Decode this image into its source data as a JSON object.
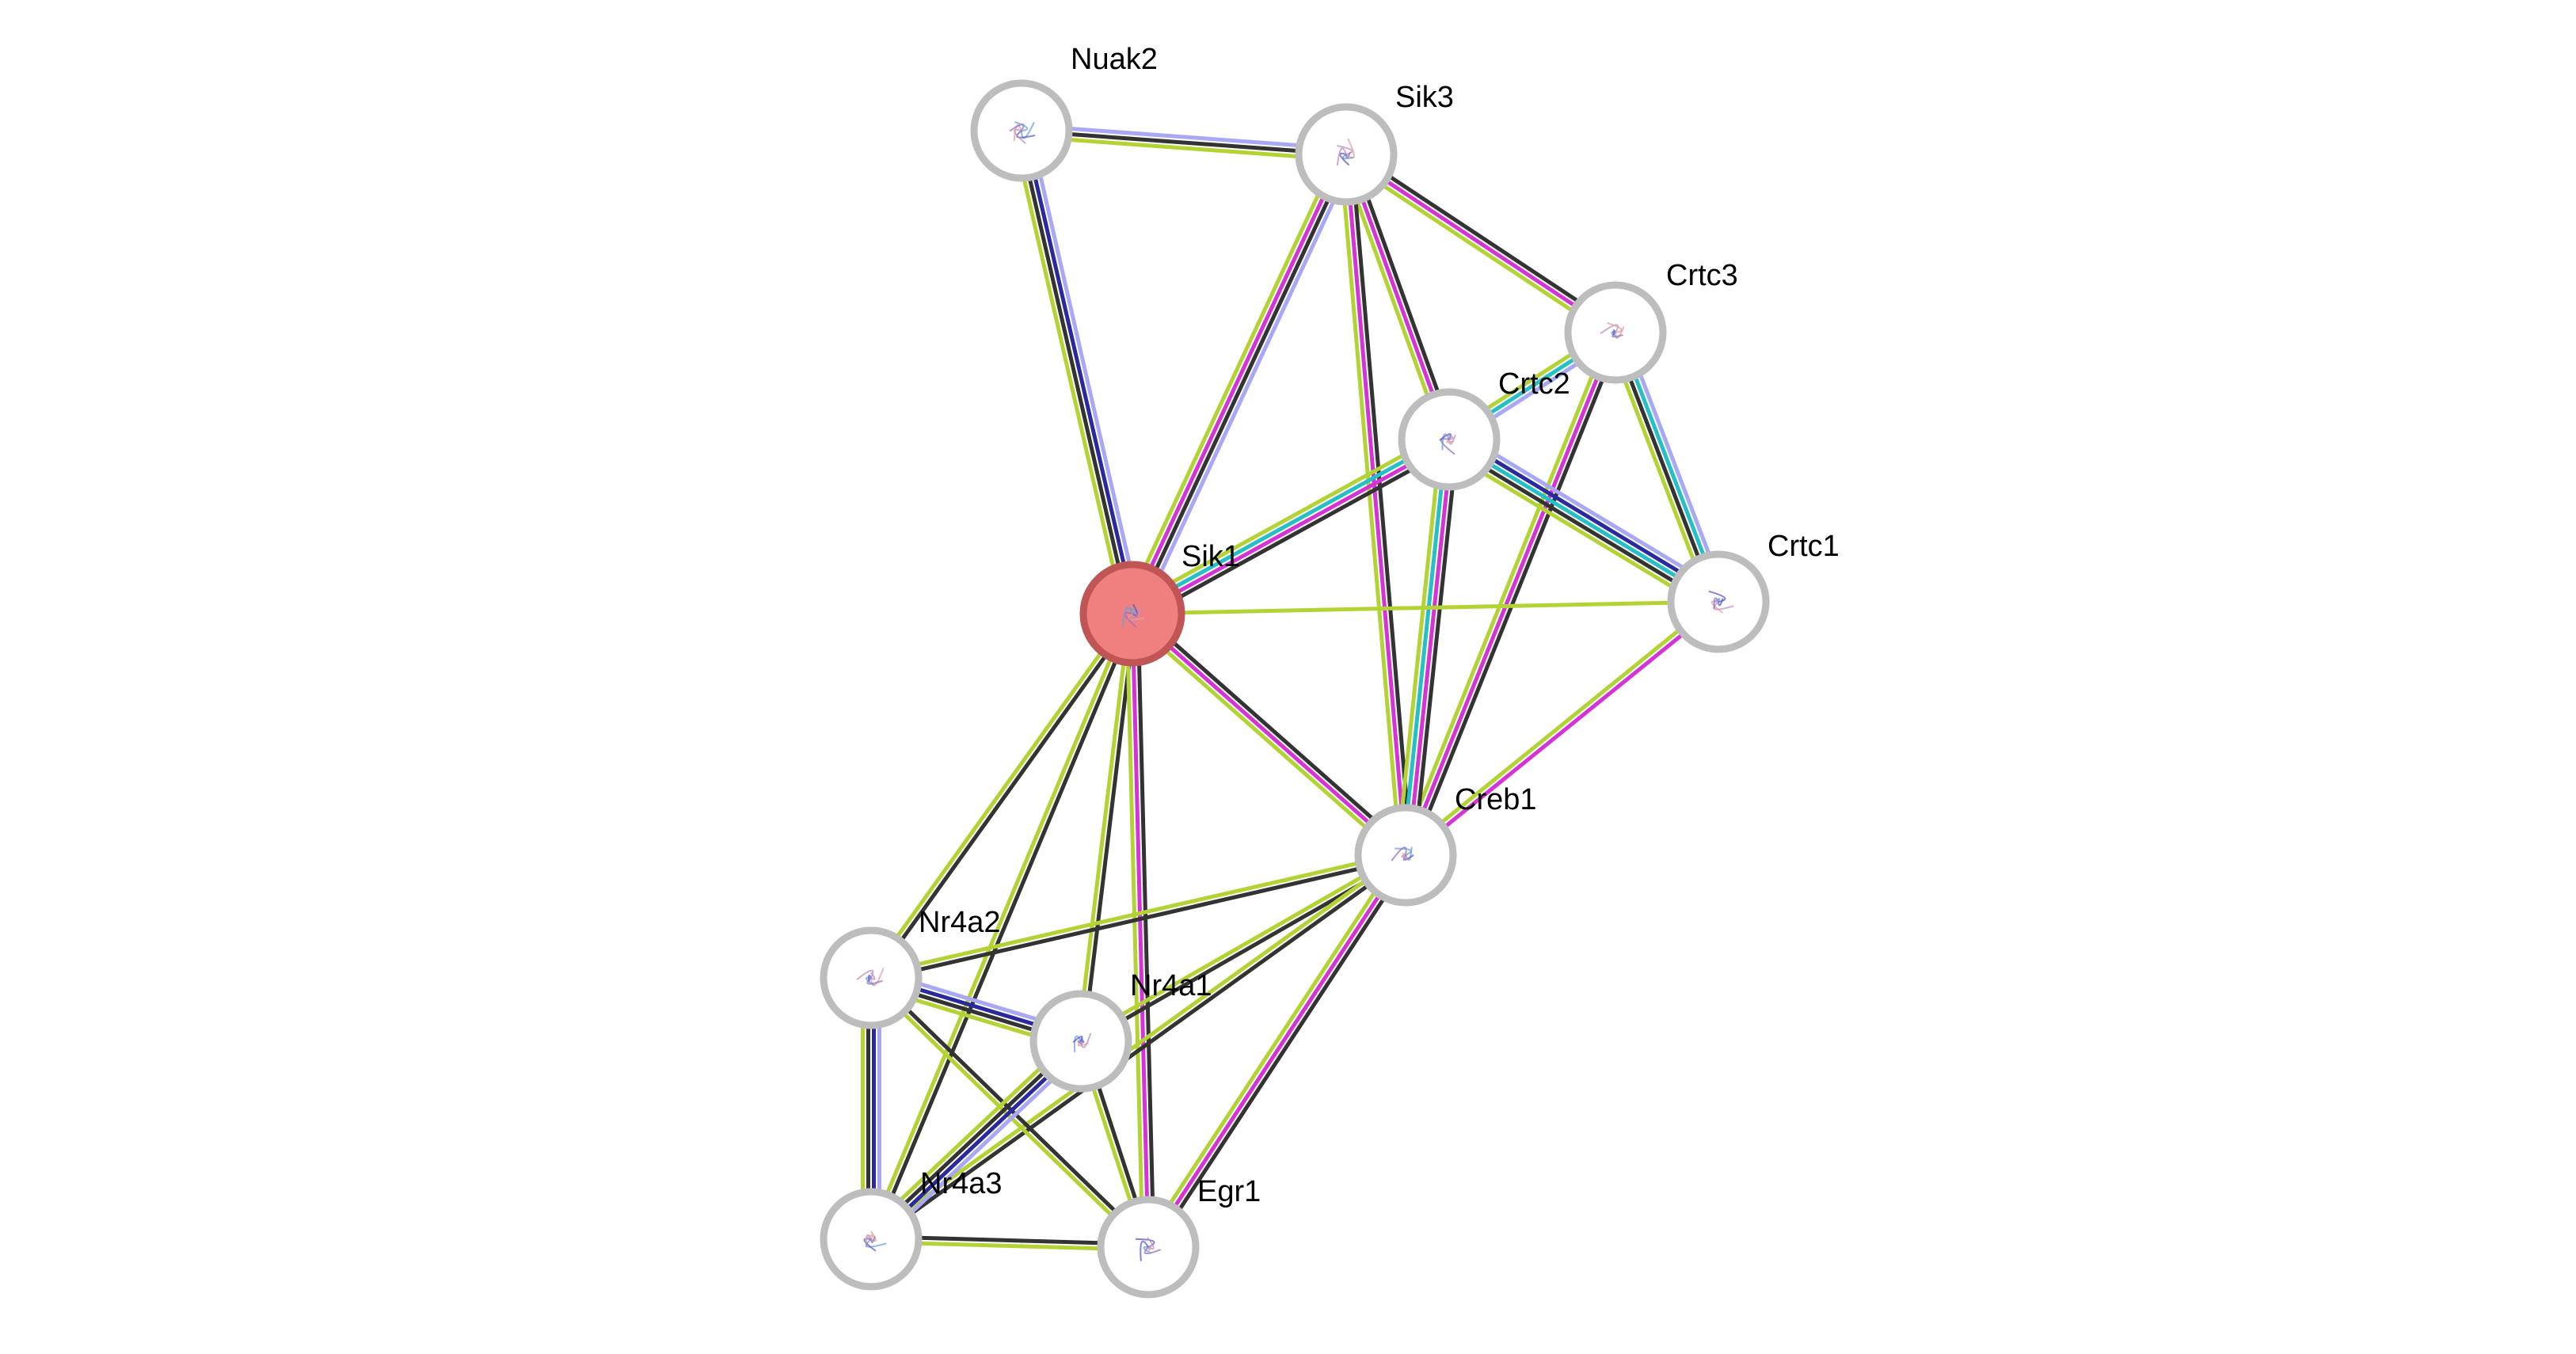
{
  "title": "STRING protein interaction network",
  "query_protein": "Sik1",
  "colors": {
    "textmining": "#b3d335",
    "coexpression": "#333333",
    "database": "#6c7cf0",
    "experiments": "#d633d6",
    "neighborhood": "#2a2a9e",
    "homology": "#a8a8f5",
    "cooccurrence": "#25bfc6",
    "node_ring": "#bdbdbd",
    "query_fill": "#f08080"
  },
  "nodes": [
    {
      "id": "Nuak2",
      "label": "Nuak2",
      "query": false
    },
    {
      "id": "Sik3",
      "label": "Sik3",
      "query": false
    },
    {
      "id": "Crtc3",
      "label": "Crtc3",
      "query": false
    },
    {
      "id": "Crtc2",
      "label": "Crtc2",
      "query": false
    },
    {
      "id": "Crtc1",
      "label": "Crtc1",
      "query": false
    },
    {
      "id": "Sik1",
      "label": "Sik1",
      "query": true
    },
    {
      "id": "Creb1",
      "label": "Creb1",
      "query": false
    },
    {
      "id": "Nr4a2",
      "label": "Nr4a2",
      "query": false
    },
    {
      "id": "Nr4a1",
      "label": "Nr4a1",
      "query": false
    },
    {
      "id": "Nr4a3",
      "label": "Nr4a3",
      "query": false
    },
    {
      "id": "Egr1",
      "label": "Egr1",
      "query": false
    }
  ],
  "edges": [
    {
      "source": "Nuak2",
      "target": "Sik3",
      "types": [
        "homology",
        "coexpression",
        "textmining"
      ]
    },
    {
      "source": "Nuak2",
      "target": "Sik1",
      "types": [
        "homology",
        "neighborhood",
        "coexpression",
        "textmining"
      ]
    },
    {
      "source": "Sik3",
      "target": "Sik1",
      "types": [
        "homology",
        "coexpression",
        "experiments",
        "textmining"
      ]
    },
    {
      "source": "Sik3",
      "target": "Crtc3",
      "types": [
        "coexpression",
        "experiments",
        "textmining"
      ]
    },
    {
      "source": "Sik3",
      "target": "Crtc2",
      "types": [
        "coexpression",
        "experiments",
        "textmining"
      ]
    },
    {
      "source": "Sik3",
      "target": "Creb1",
      "types": [
        "coexpression",
        "experiments",
        "textmining"
      ]
    },
    {
      "source": "Crtc3",
      "target": "Crtc2",
      "types": [
        "homology",
        "cooccurrence",
        "textmining"
      ]
    },
    {
      "source": "Crtc3",
      "target": "Crtc1",
      "types": [
        "homology",
        "cooccurrence",
        "coexpression",
        "textmining"
      ]
    },
    {
      "source": "Crtc3",
      "target": "Creb1",
      "types": [
        "coexpression",
        "experiments",
        "textmining"
      ]
    },
    {
      "source": "Crtc2",
      "target": "Crtc1",
      "types": [
        "homology",
        "neighborhood",
        "cooccurrence",
        "coexpression",
        "textmining"
      ]
    },
    {
      "source": "Crtc2",
      "target": "Sik1",
      "types": [
        "coexpression",
        "experiments",
        "cooccurrence",
        "textmining"
      ]
    },
    {
      "source": "Crtc2",
      "target": "Creb1",
      "types": [
        "coexpression",
        "experiments",
        "cooccurrence",
        "textmining"
      ]
    },
    {
      "source": "Crtc1",
      "target": "Sik1",
      "types": [
        "textmining"
      ]
    },
    {
      "source": "Crtc1",
      "target": "Creb1",
      "types": [
        "experiments",
        "textmining"
      ]
    },
    {
      "source": "Sik1",
      "target": "Creb1",
      "types": [
        "coexpression",
        "experiments",
        "textmining"
      ]
    },
    {
      "source": "Sik1",
      "target": "Nr4a2",
      "types": [
        "coexpression",
        "textmining"
      ]
    },
    {
      "source": "Sik1",
      "target": "Nr4a1",
      "types": [
        "coexpression",
        "textmining"
      ]
    },
    {
      "source": "Sik1",
      "target": "Nr4a3",
      "types": [
        "coexpression",
        "textmining"
      ]
    },
    {
      "source": "Sik1",
      "target": "Egr1",
      "types": [
        "coexpression",
        "experiments",
        "textmining"
      ]
    },
    {
      "source": "Creb1",
      "target": "Nr4a2",
      "types": [
        "coexpression",
        "textmining"
      ]
    },
    {
      "source": "Creb1",
      "target": "Nr4a1",
      "types": [
        "coexpression",
        "textmining"
      ]
    },
    {
      "source": "Creb1",
      "target": "Nr4a3",
      "types": [
        "coexpression",
        "textmining"
      ]
    },
    {
      "source": "Creb1",
      "target": "Egr1",
      "types": [
        "coexpression",
        "experiments",
        "textmining"
      ]
    },
    {
      "source": "Nr4a2",
      "target": "Nr4a1",
      "types": [
        "homology",
        "neighborhood",
        "coexpression",
        "textmining"
      ]
    },
    {
      "source": "Nr4a2",
      "target": "Nr4a3",
      "types": [
        "homology",
        "neighborhood",
        "coexpression",
        "textmining"
      ]
    },
    {
      "source": "Nr4a2",
      "target": "Egr1",
      "types": [
        "coexpression",
        "textmining"
      ]
    },
    {
      "source": "Nr4a1",
      "target": "Nr4a3",
      "types": [
        "homology",
        "neighborhood",
        "coexpression",
        "textmining"
      ]
    },
    {
      "source": "Nr4a1",
      "target": "Egr1",
      "types": [
        "coexpression",
        "textmining"
      ]
    },
    {
      "source": "Nr4a3",
      "target": "Egr1",
      "types": [
        "coexpression",
        "textmining"
      ]
    }
  ]
}
